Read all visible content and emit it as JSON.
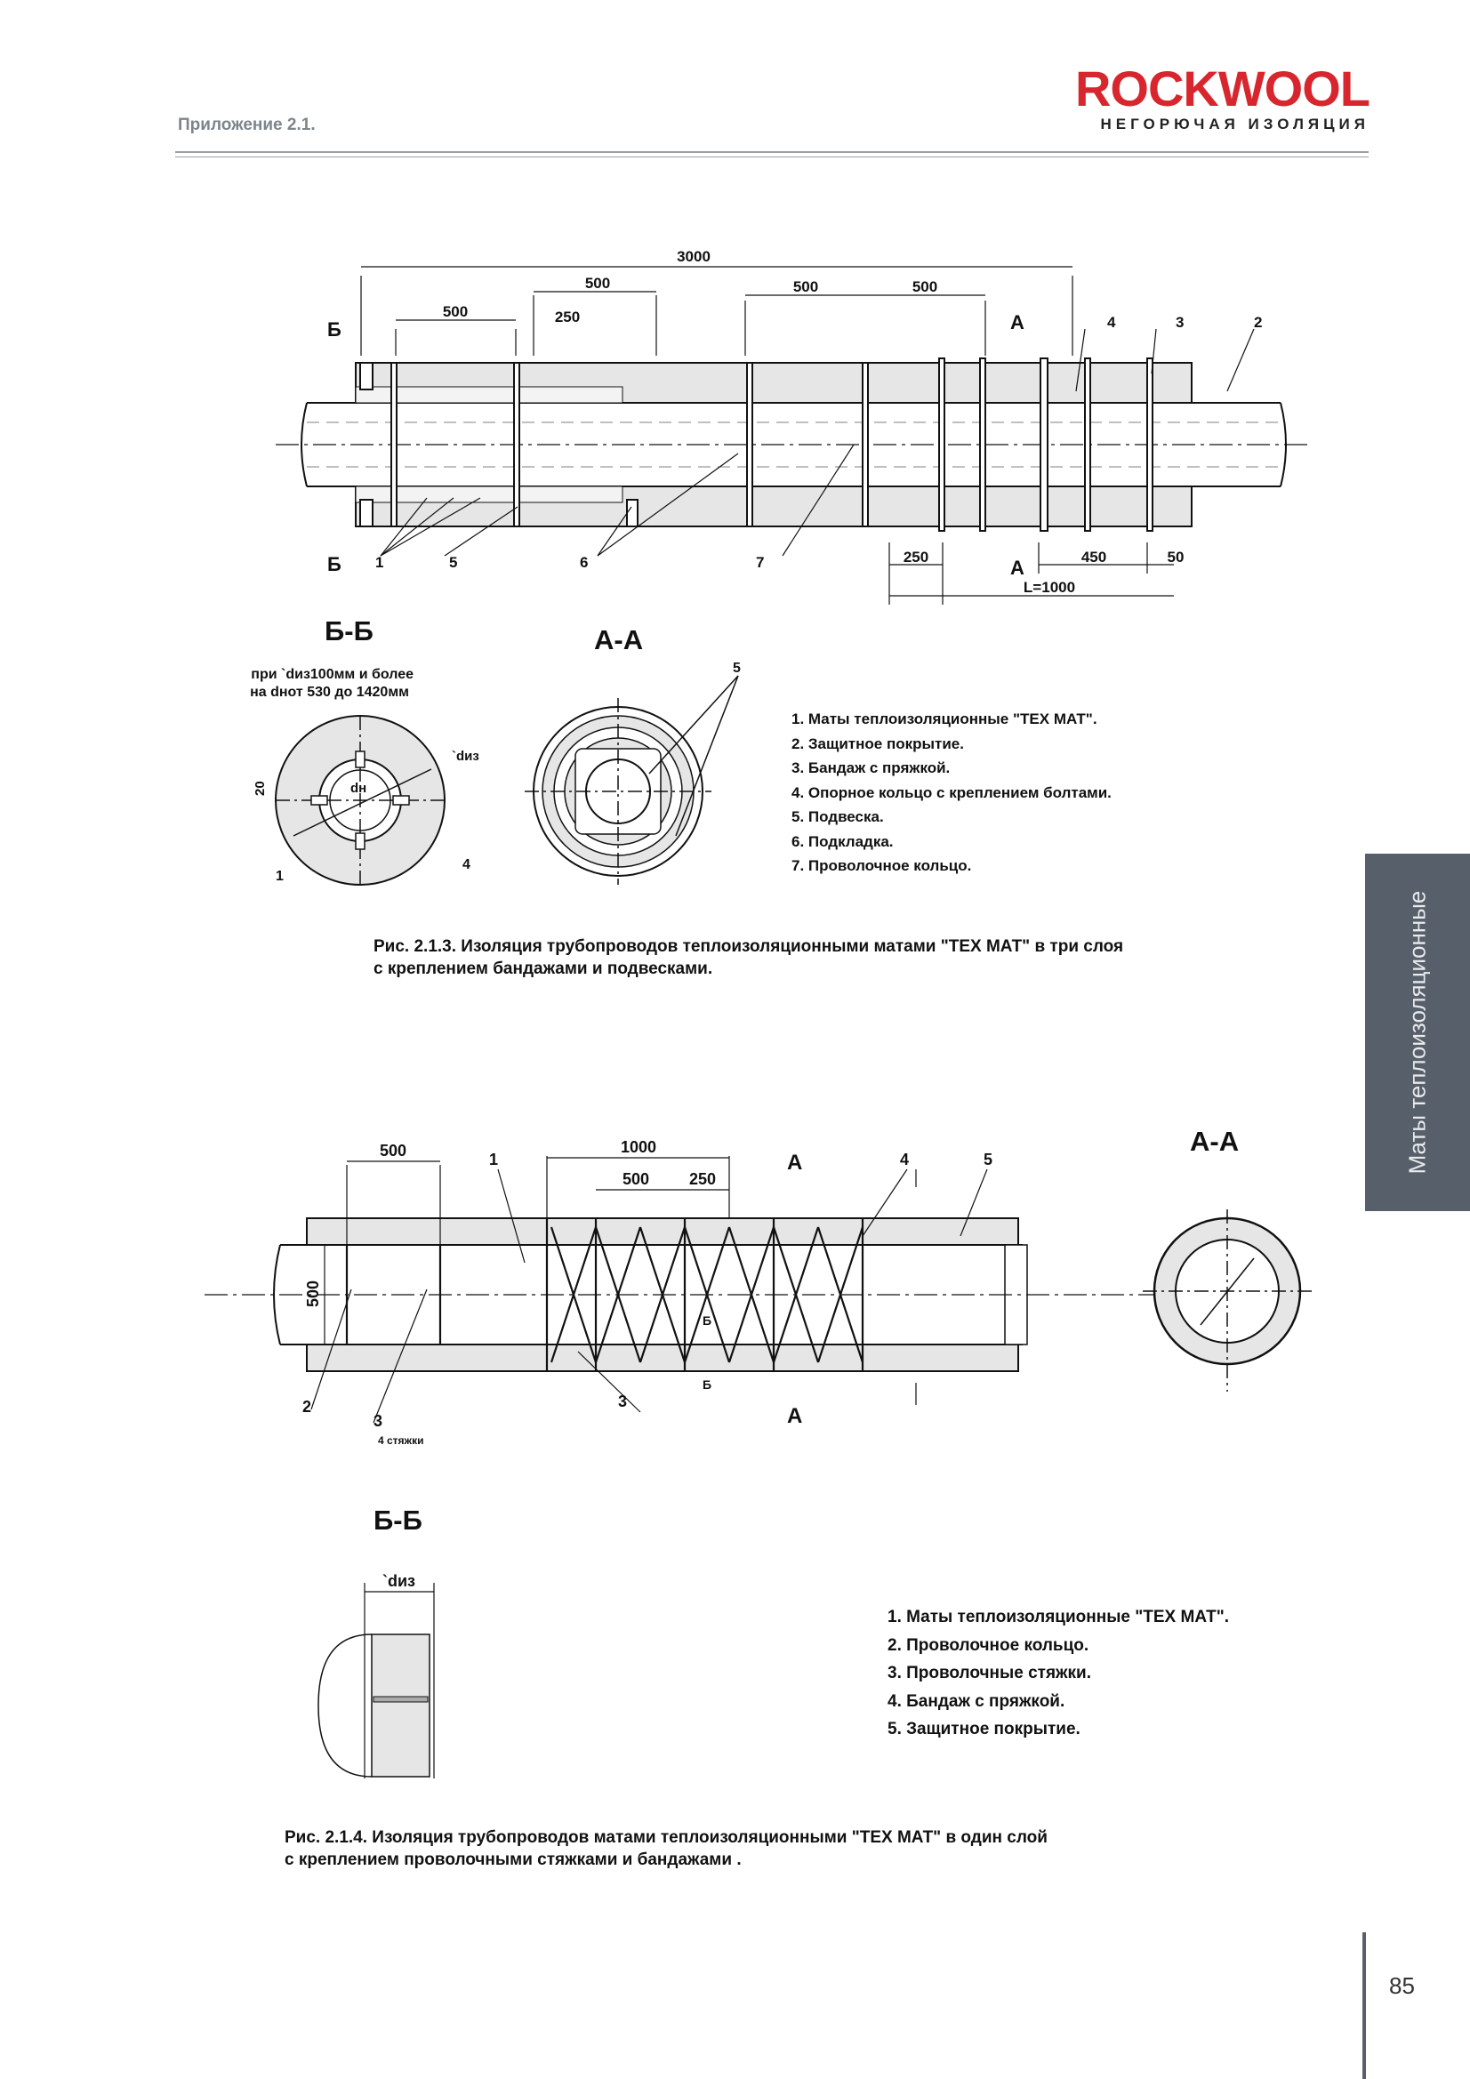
{
  "header": {
    "label": "Приложение 2.1."
  },
  "brand": {
    "name": "ROCKWOOL",
    "tagline": "НЕГОРЮЧАЯ ИЗОЛЯЦИЯ",
    "color": "#d7262e"
  },
  "side_tab": {
    "text": "Маты теплоизоляционные",
    "color": "#57606a"
  },
  "page_number": "85",
  "figure1": {
    "dims": {
      "d3000": "3000",
      "d500a": "500",
      "d250": "250",
      "d500b": "500",
      "d500c": "500",
      "d500d": "500",
      "d250b": "250",
      "d450": "450",
      "d50": "50",
      "L": "L=1000"
    },
    "marks": {
      "b": "Б",
      "a": "А"
    },
    "callouts": [
      "1",
      "5",
      "6",
      "7",
      "4",
      "3",
      "2"
    ],
    "section_bb": {
      "title": "Б-Б",
      "note1": "при `dиз100мм и более",
      "note2": "на dнот 530 до 1420мм",
      "dim20": "20",
      "d_in": "dн",
      "d_out": "`dиз",
      "c1": "1",
      "c4": "4"
    },
    "section_aa": {
      "title": "А-А",
      "c5": "5"
    },
    "legend": [
      "1. Маты теплоизоляционные \"ТЕХ МАТ\".",
      "2. Защитное покрытие.",
      "3. Бандаж с пряжкой.",
      "4. Опорное кольцо с креплением болтами.",
      "5. Подвеска.",
      "6. Подкладка.",
      "7. Проволочное кольцо."
    ],
    "caption": [
      "Рис. 2.1.3. Изоляция трубопроводов теплоизоляционными матами \"ТЕХ МАТ\" в три слоя",
      "с креплением бандажами и подвесками."
    ]
  },
  "figure2": {
    "dims": {
      "d500": "500",
      "d1000": "1000",
      "d500b": "500",
      "d250": "250",
      "d500v": "500",
      "ties": "4 стяжки"
    },
    "marks": {
      "a": "А",
      "b": "Б"
    },
    "callouts": [
      "1",
      "4",
      "5",
      "2",
      "3",
      "3"
    ],
    "section_aa": {
      "title": "А-А"
    },
    "section_bb": {
      "title": "Б-Б",
      "d_out": "`dиз"
    },
    "legend": [
      "1. Маты теплоизоляционные \"ТЕХ МАТ\".",
      "2. Проволочное кольцо.",
      "3. Проволочные стяжки.",
      "4. Бандаж с пряжкой.",
      "5. Защитное покрытие."
    ],
    "caption": [
      "Рис. 2.1.4. Изоляция трубопроводов матами теплоизоляционными \"ТЕХ МАТ\" в один слой",
      "с креплением проволочными стяжками и бандажами ."
    ]
  }
}
